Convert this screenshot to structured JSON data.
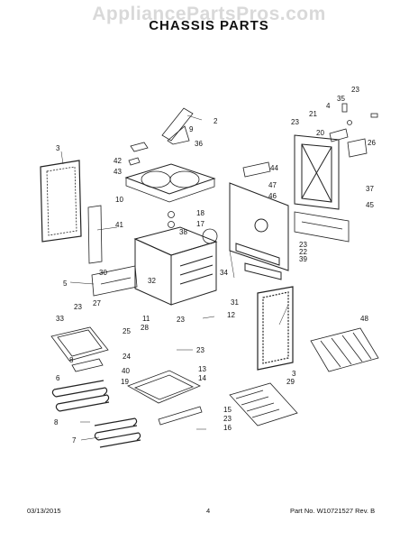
{
  "header": {
    "watermark": "AppliancePartsPros.com",
    "title": "CHASSIS PARTS"
  },
  "footer": {
    "date": "03/13/2015",
    "page": "4",
    "part_no": "Part No.  W10721527  Rev. B"
  },
  "callouts": [
    "2",
    "3",
    "4",
    "5",
    "6",
    "7",
    "8",
    "9",
    "10",
    "11",
    "12",
    "13",
    "14",
    "15",
    "16",
    "17",
    "18",
    "19",
    "20",
    "21",
    "22",
    "23",
    "24",
    "25",
    "26",
    "27",
    "28",
    "29",
    "30",
    "31",
    "32",
    "33",
    "34",
    "35",
    "36",
    "37",
    "38",
    "39",
    "40",
    "41",
    "42",
    "43",
    "44",
    "45",
    "46",
    "47",
    "48"
  ]
}
